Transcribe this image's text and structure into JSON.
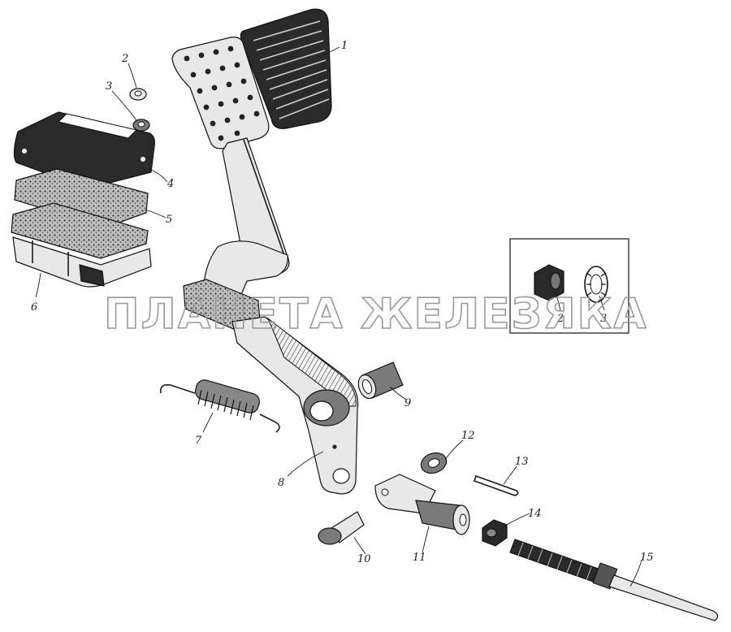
{
  "watermark": "ПЛАНЕТА ЖЕЛЕЗЯКА",
  "callouts": [
    {
      "id": "1",
      "label": "1"
    },
    {
      "id": "2",
      "label": "2"
    },
    {
      "id": "3",
      "label": "3"
    },
    {
      "id": "4",
      "label": "4"
    },
    {
      "id": "5",
      "label": "5"
    },
    {
      "id": "6",
      "label": "6"
    },
    {
      "id": "7",
      "label": "7"
    },
    {
      "id": "8",
      "label": "8"
    },
    {
      "id": "9",
      "label": "9"
    },
    {
      "id": "10",
      "label": "10"
    },
    {
      "id": "11",
      "label": "11"
    },
    {
      "id": "12",
      "label": "12"
    },
    {
      "id": "13",
      "label": "13"
    },
    {
      "id": "14",
      "label": "14"
    },
    {
      "id": "15",
      "label": "15"
    }
  ],
  "inset": {
    "labels": [
      "2",
      "3"
    ]
  }
}
